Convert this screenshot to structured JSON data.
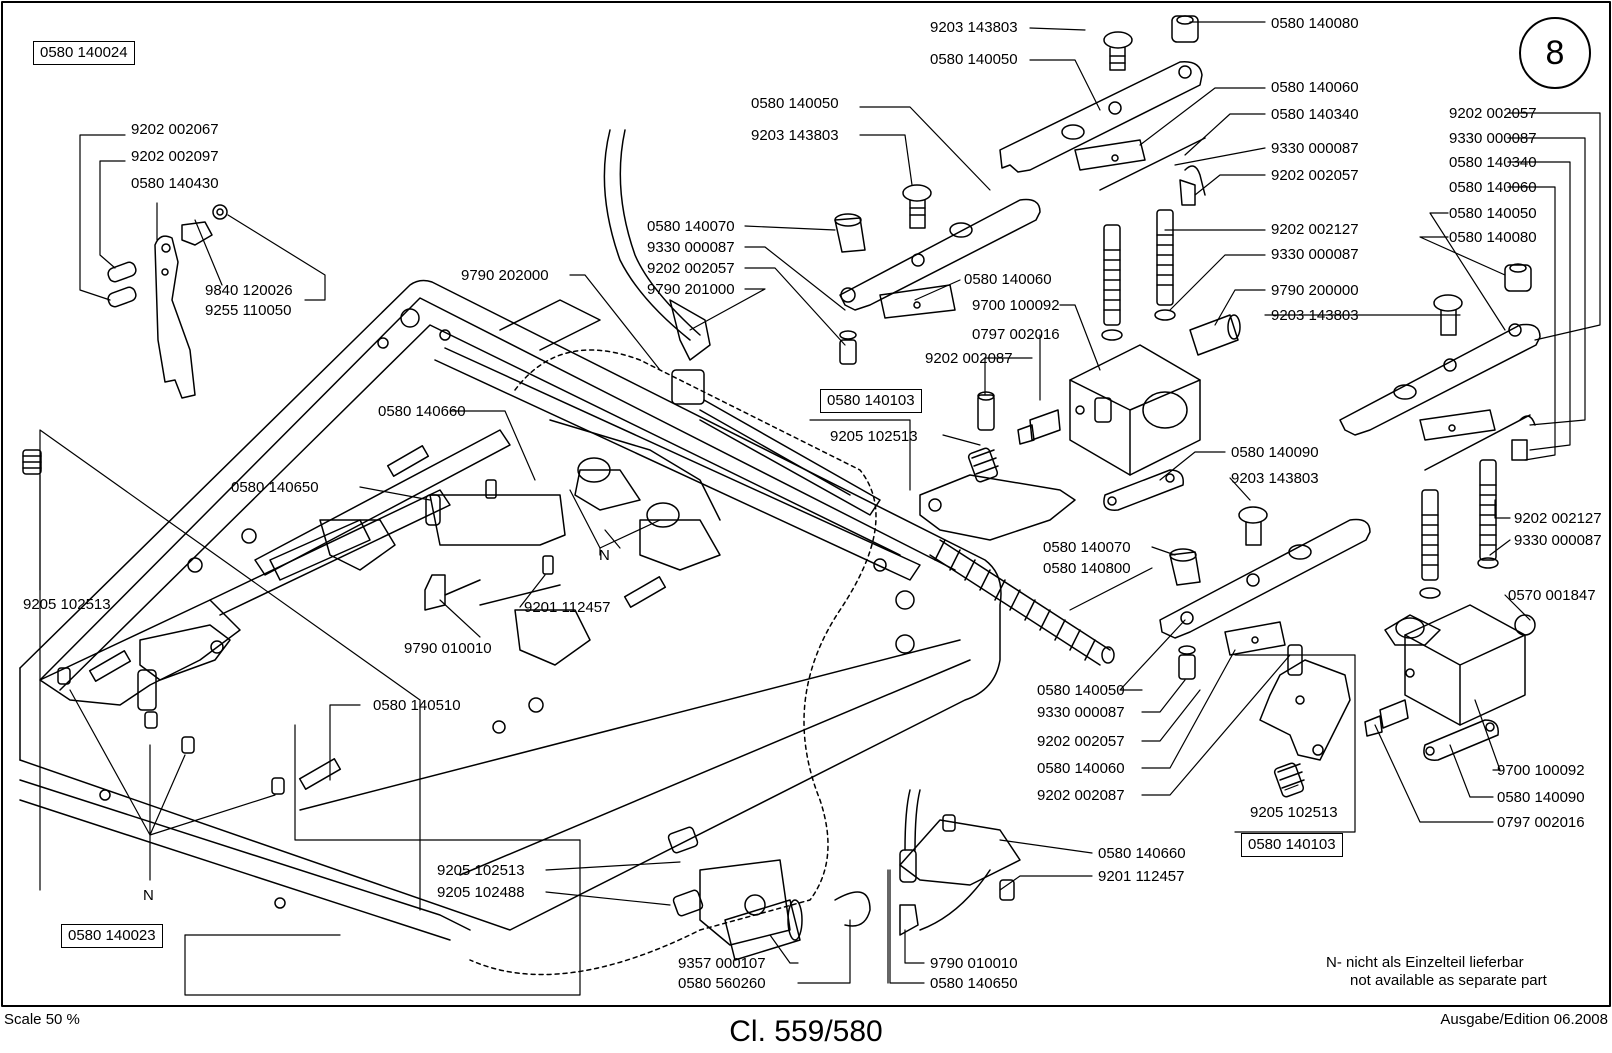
{
  "page_number": "8",
  "title": "Cl. 559/580",
  "scale": "Scale 50 %",
  "edition": "Ausgabe/Edition 06.2008",
  "note": {
    "line1": "N- nicht als Einzelteil lieferbar",
    "line2": "not available as separate part"
  },
  "assemblies": {
    "top_left": "0580 140024",
    "lower_left": "0580 140023",
    "center": "0580 140103",
    "right": "0580 140103"
  },
  "parts": {
    "p1": "9202 002067",
    "p2": "9202 002097",
    "p3": "0580 140430",
    "p4": "9840 120026",
    "p5": "9255 110050",
    "p6": "9205 102513",
    "p7": "9790 202000",
    "p8": "0580 140070",
    "p9": "9330 000087",
    "p10": "9202 002057",
    "p11": "9790 201000",
    "p12": "0580 140050",
    "p13": "9203 143803",
    "p14": "0580 140060",
    "p15": "9203 143803",
    "p16": "0580 140050",
    "p17": "0580 140080",
    "p18": "0580 140060",
    "p19": "0580 140340",
    "p20": "9330 000087",
    "p21": "9202 002057",
    "p22": "9202 002127",
    "p23": "9330 000087",
    "p24": "9790 200000",
    "p25": "9203 143803",
    "p26": "9700 100092",
    "p27": "0797 002016",
    "p28": "9202 002087",
    "p29": "9205 102513",
    "p30": "0580 140090",
    "p31": "9203 143803",
    "p32": "0580 140660",
    "p33": "0580 140650",
    "p34": "9201 112457",
    "p35": "9790 010010",
    "p36": "N",
    "p37": "0580 140070",
    "p38": "0580 140800",
    "p39": "0580 140050",
    "p40": "9330 000087",
    "p41": "9202 002057",
    "p42": "0580 140060",
    "p43": "9202 002087",
    "p44": "9202 002057",
    "p45": "9330 000087",
    "p46": "0580 140340",
    "p47": "0580 140060",
    "p48": "0580 140050",
    "p49": "0580 140080",
    "p50": "9202 002127",
    "p51": "9330 000087",
    "p52": "0570 001847",
    "p53": "9700 100092",
    "p54": "0580 140090",
    "p55": "0797 002016",
    "p56": "9205 102513",
    "p57": "0580 140510",
    "p58": "9205 102513",
    "p59": "9205 102488",
    "p60": "0580 140660",
    "p61": "9201 112457",
    "p62": "9790 010010",
    "p63": "0580 140650",
    "p64": "9357 000107",
    "p65": "0580 560260",
    "p66": "N"
  }
}
